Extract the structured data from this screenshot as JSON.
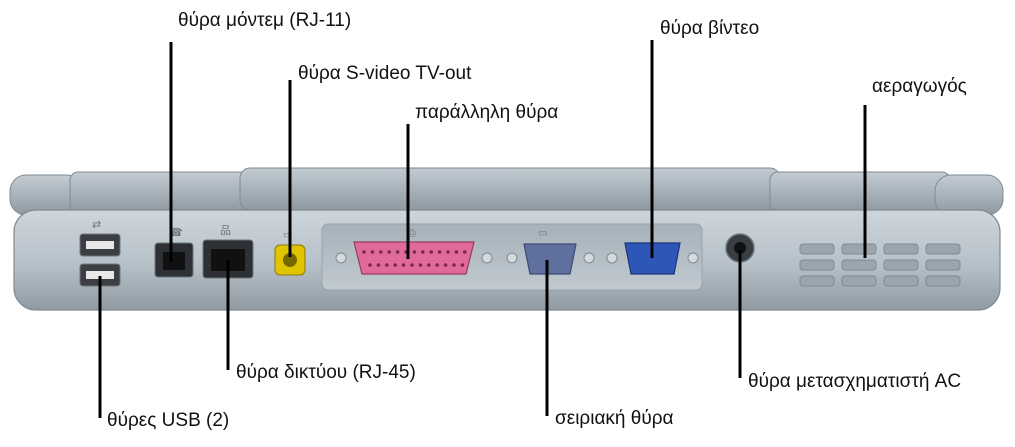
{
  "labels": {
    "modem": "θύρα μόντεμ (RJ-11)",
    "svideo": "θύρα S-video TV-out",
    "parallel": "παράλληλη θύρα",
    "video": "θύρα βίντεο",
    "vent": "αεραγωγός",
    "network": "θύρα δικτύου (RJ-45)",
    "usb": "θύρες USB (2)",
    "serial": "σειριακή θύρα",
    "ac": "θύρα μετασχηματιστή AC"
  },
  "colors": {
    "body": "#b9c3cb",
    "body_dark": "#8d98a1",
    "lid": "#9ba6ae",
    "svideo_port": "#e0c400",
    "parallel_port": "#e06a9c",
    "serial_port": "#5f6f9e",
    "video_port": "#2e56b8",
    "leader": "#000000"
  }
}
